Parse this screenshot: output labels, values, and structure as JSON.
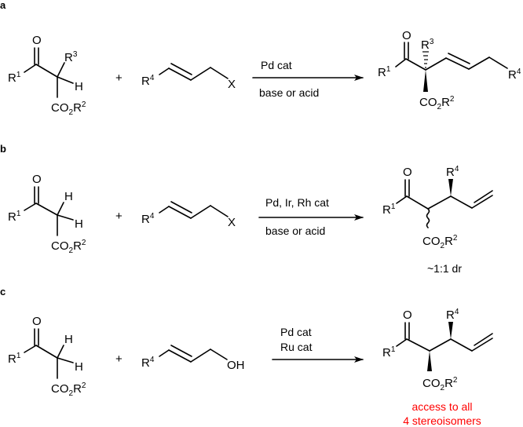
{
  "figure": {
    "panels": [
      {
        "id": "a",
        "label": "a",
        "reactant1": {
          "carbonyl_O": "O",
          "R1": "R",
          "R1_sup": "1",
          "R3": "R",
          "R3_sup": "3",
          "H": "H",
          "ester": "CO",
          "ester_sub": "2",
          "ester_R": "R",
          "ester_sup": "2"
        },
        "plus": "+",
        "reactant2": {
          "R4": "R",
          "R4_sup": "4",
          "leaving_group": "X"
        },
        "conditions_above": "Pd cat",
        "conditions_below": "base or acid",
        "product": {
          "carbonyl_O": "O",
          "R1": "R",
          "R1_sup": "1",
          "R3": "R",
          "R3_sup": "3",
          "R4": "R",
          "R4_sup": "4",
          "ester": "CO",
          "ester_sub": "2",
          "ester_R": "R",
          "ester_sup": "2"
        }
      },
      {
        "id": "b",
        "label": "b",
        "reactant1": {
          "carbonyl_O": "O",
          "R1": "R",
          "R1_sup": "1",
          "H_top": "H",
          "H_right": "H",
          "ester": "CO",
          "ester_sub": "2",
          "ester_R": "R",
          "ester_sup": "2"
        },
        "plus": "+",
        "reactant2": {
          "R4": "R",
          "R4_sup": "4",
          "leaving_group": "X"
        },
        "conditions_above": "Pd, Ir, Rh cat",
        "conditions_below": "base or acid",
        "product": {
          "carbonyl_O": "O",
          "R1": "R",
          "R1_sup": "1",
          "R4": "R",
          "R4_sup": "4",
          "ester": "CO",
          "ester_sub": "2",
          "ester_R": "R",
          "ester_sup": "2"
        },
        "note": "~1:1 dr"
      },
      {
        "id": "c",
        "label": "c",
        "reactant1": {
          "carbonyl_O": "O",
          "R1": "R",
          "R1_sup": "1",
          "H_top": "H",
          "H_right": "H",
          "ester": "CO",
          "ester_sub": "2",
          "ester_R": "R",
          "ester_sup": "2"
        },
        "plus": "+",
        "reactant2": {
          "R4": "R",
          "R4_sup": "4",
          "leaving_group": "OH"
        },
        "conditions_line1": "Pd cat",
        "conditions_line2": "Ru cat",
        "product": {
          "carbonyl_O": "O",
          "R1": "R",
          "R1_sup": "1",
          "R4": "R",
          "R4_sup": "4",
          "ester": "CO",
          "ester_sub": "2",
          "ester_R": "R",
          "ester_sup": "2"
        },
        "note_line1": "access to all",
        "note_line2": "4 stereoisomers",
        "note_color": "#ff0000"
      }
    ]
  }
}
